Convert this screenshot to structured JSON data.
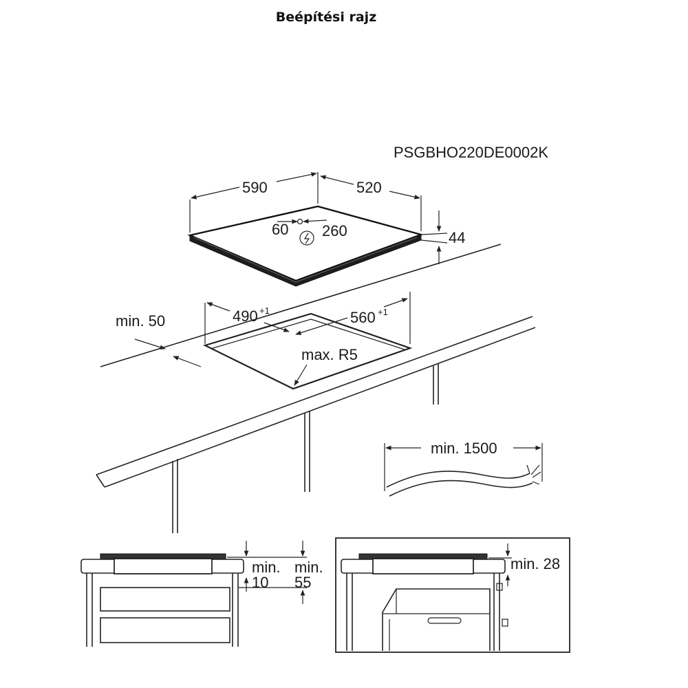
{
  "title": "Beépítési rajz",
  "model_code": "PSGBHO220DE0002K",
  "hob": {
    "width": "590",
    "depth": "520",
    "height": "44",
    "conn_left": "60",
    "conn_right": "260"
  },
  "cutout": {
    "width_value": "560",
    "width_tol": "+1",
    "depth_value": "490",
    "depth_tol": "+1",
    "front_gap": "min. 50",
    "radius": "max. R5"
  },
  "cable": {
    "length": "min. 1500"
  },
  "section_left": {
    "clearance_a_line1": "min.",
    "clearance_a_line2": "10",
    "clearance_b_line1": "min.",
    "clearance_b_line2": "55"
  },
  "section_right": {
    "clearance": "min. 28"
  }
}
